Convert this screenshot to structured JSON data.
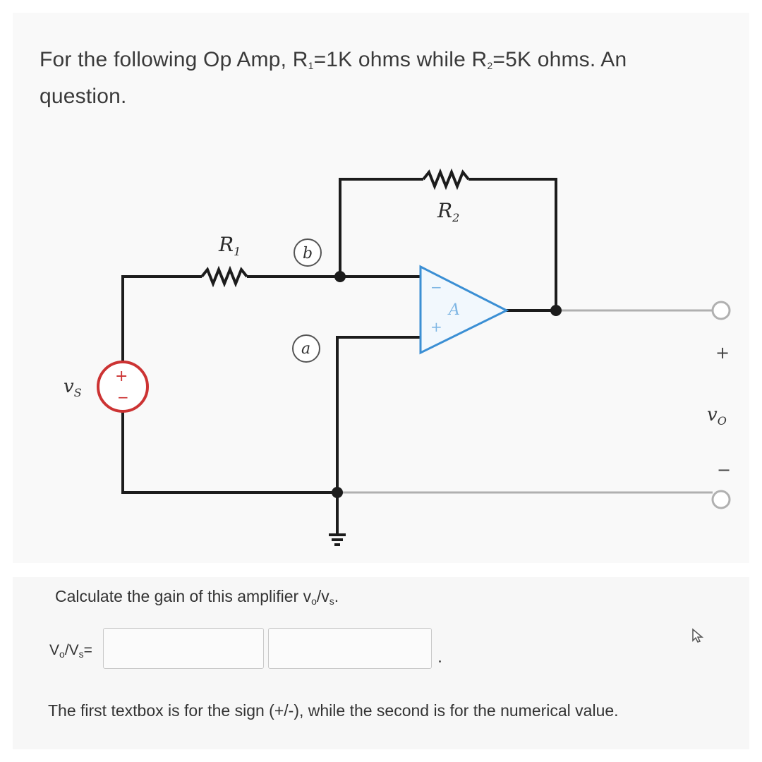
{
  "question": {
    "line1_prefix": "For the following Op Amp, R",
    "r1_sub": "1",
    "line1_mid": "=1K ohms while R",
    "r2_sub": "2",
    "line1_suffix": "=5K ohms. An",
    "line2": "question."
  },
  "circuit": {
    "r1_label": "R",
    "r1_sub": "1",
    "r2_label": "R",
    "r2_sub": "2",
    "node_b": "b",
    "node_a": "a",
    "source_label": "v",
    "source_sub": "S",
    "output_label": "v",
    "output_sub": "O",
    "plus": "+",
    "minus": "−",
    "opamp_minus": "−",
    "opamp_plus": "+",
    "opamp_gain": "A",
    "colors": {
      "wire": "#1c1c1c",
      "opamp": "#3b8fd4",
      "source": "#cc3333",
      "output_wire": "#b0b0b0"
    }
  },
  "answer": {
    "prompt_prefix": "Calculate the gain of this amplifier v",
    "prompt_sub_o": "o",
    "prompt_slash": "/v",
    "prompt_sub_s": "s",
    "prompt_suffix": ".",
    "ratio_v": "V",
    "ratio_sub_o": "o",
    "ratio_slash": "/V",
    "ratio_sub_s": "s",
    "ratio_eq": "=",
    "sign_value": "",
    "numeric_value": "",
    "hint": "The first textbox is for the sign (+/-), while the second is for the numerical value."
  }
}
